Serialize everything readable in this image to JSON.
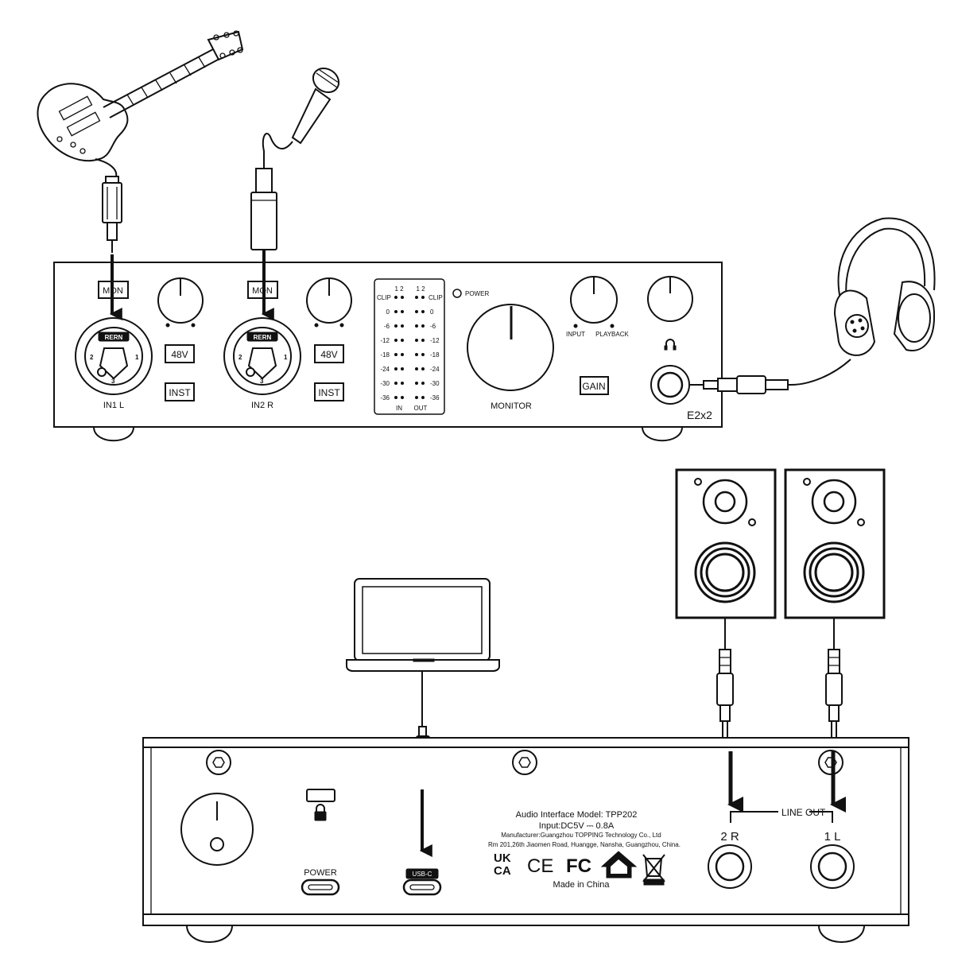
{
  "front_panel": {
    "mon_label": "MON",
    "phantom_label": "48V",
    "inst_label": "INST",
    "combo_brand": "RERN",
    "pin_labels": [
      "1",
      "2",
      "3"
    ],
    "input1_label": "IN1 L",
    "input2_label": "IN2 R",
    "meter": {
      "channel_header": "1 2",
      "clip_label": "CLIP",
      "levels": [
        "0",
        "-6",
        "-12",
        "-18",
        "-24",
        "-30",
        "-36"
      ],
      "in_label": "IN",
      "out_label": "OUT"
    },
    "power_label": "POWER",
    "monitor_label": "MONITOR",
    "input_label": "INPUT",
    "playback_label": "PLAYBACK",
    "gain_label": "GAIN",
    "model_badge": "E2x2",
    "headphone_icon": "headphone-icon"
  },
  "rear_panel": {
    "power_label": "POWER",
    "usb_label": "USB-C",
    "info_line1": "Audio Interface   Model: TPP202",
    "info_line2": "Input:DC5V ⎓ 0.8A",
    "info_line3": "Manufacturer:Guangzhou TOPPING Technology Co., Ltd",
    "info_line4": "Rm 201,26th Jiaomen Road, Huangge, Nansha, Guangzhou, China.",
    "cert_ukca": [
      "UK",
      "CA"
    ],
    "cert_ce": "CE",
    "cert_fcc": "FC",
    "made_in": "Made in China",
    "line_out_label": "LINE OUT",
    "out_right_label": "2 R",
    "out_left_label": "1 L"
  },
  "peripherals": {
    "guitar_icon": "electric-guitar",
    "mic_icon": "microphone",
    "headphones_icon": "headphones",
    "laptop_icon": "laptop",
    "speaker_icon": "studio-monitor-speaker"
  }
}
